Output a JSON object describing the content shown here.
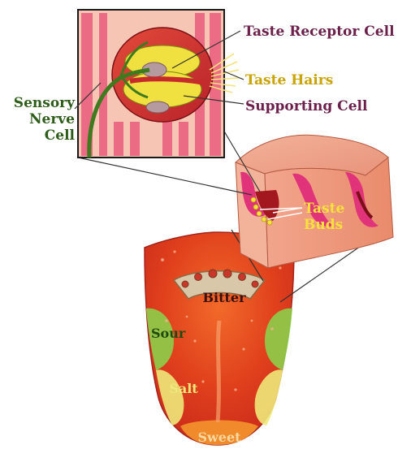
{
  "labels": {
    "receptor": "Taste Receptor Cell",
    "hairs": "Taste Hairs",
    "supporting": "Supporting Cell",
    "sensory_line1": "Sensory",
    "sensory_line2": "Nerve",
    "sensory_line3": "Cell",
    "buds_line1": "Taste",
    "buds_line2": "Buds",
    "bitter": "Bitter",
    "sour": "Sour",
    "salt": "Salt",
    "sweet": "Sweet"
  },
  "colors": {
    "receptor_label": "#6b1f4a",
    "hairs_label": "#c9a400",
    "supporting_label": "#6b1f4a",
    "sensory_label": "#2e5d1a",
    "buds_label": "#f6e23a",
    "tongue_red": "#e0401c",
    "tongue_orange": "#f08a2a",
    "sour_green": "#8ccf4a",
    "salt_yellow": "#eee87a"
  }
}
